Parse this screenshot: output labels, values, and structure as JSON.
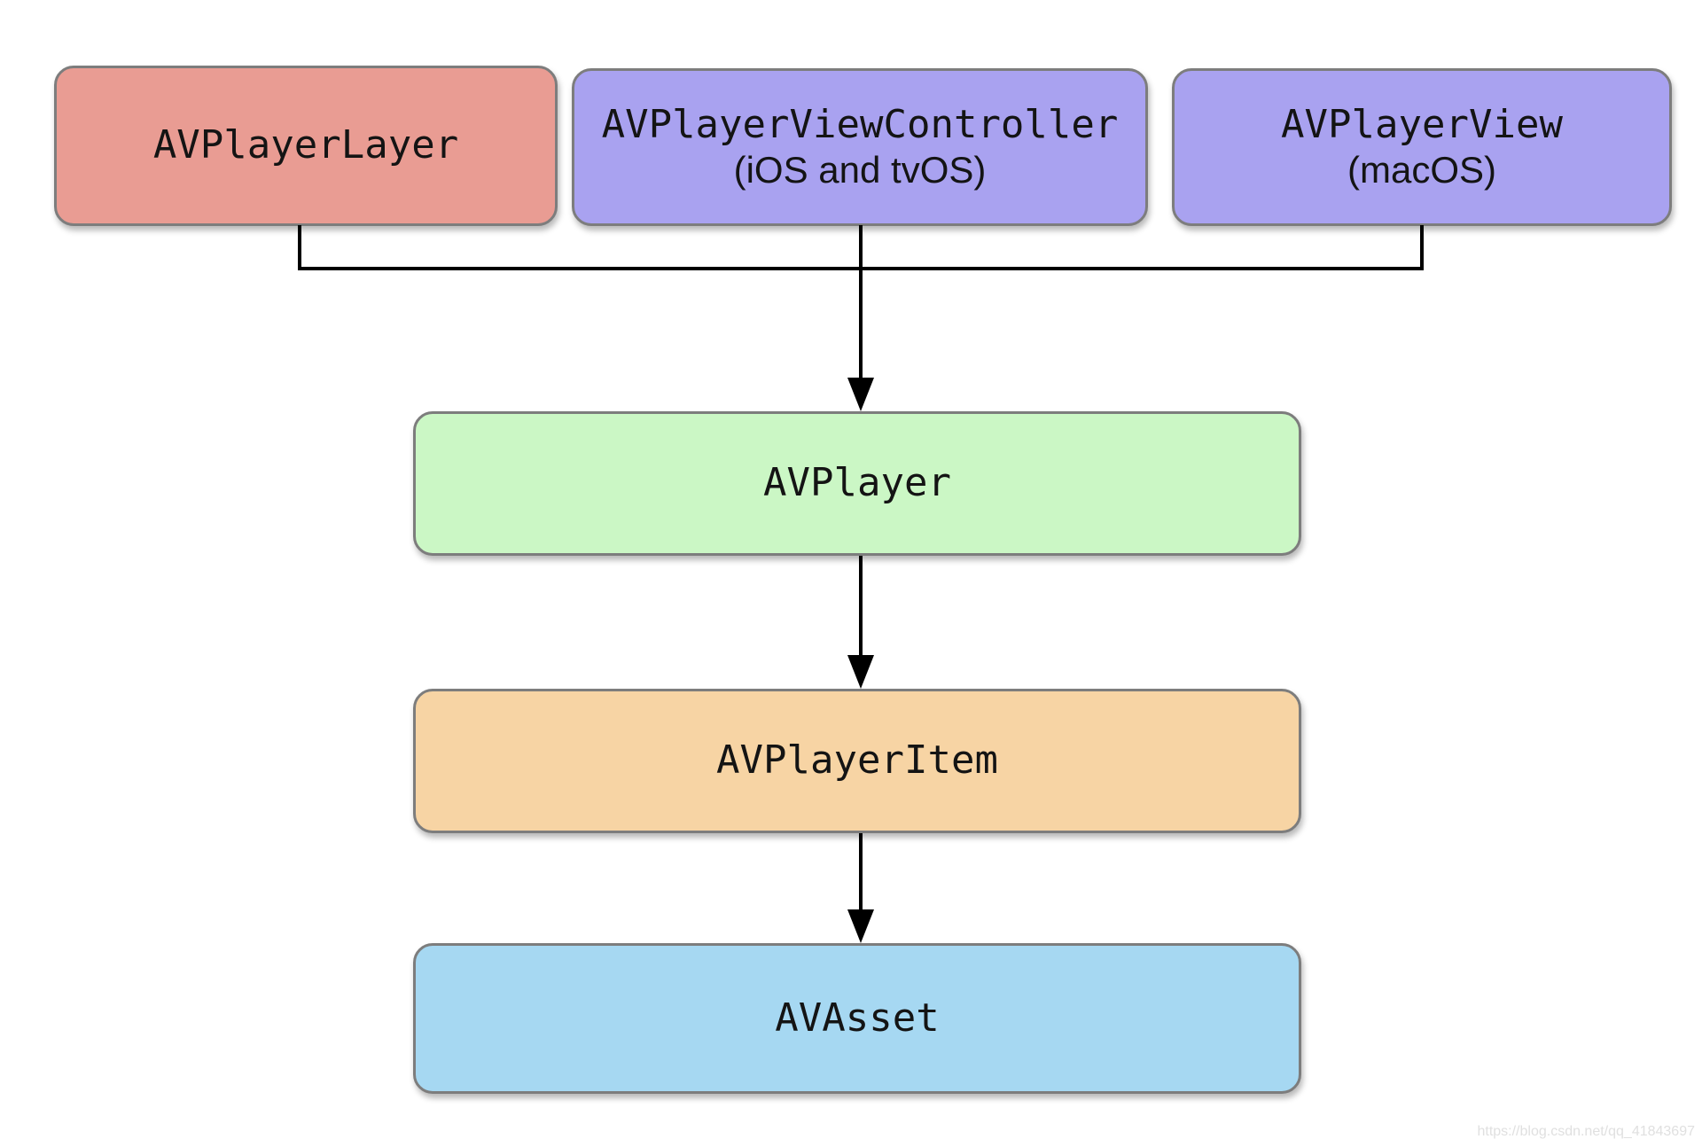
{
  "diagram": {
    "title_hint": "AVFoundation playback class relationships",
    "nodes": {
      "player_layer": {
        "label": "AVPlayerLayer",
        "color": "#e99c93"
      },
      "player_view_controller": {
        "label": "AVPlayerViewController",
        "sublabel": "(iOS and tvOS)",
        "color": "#a9a2f0"
      },
      "player_view": {
        "label": "AVPlayerView",
        "sublabel": "(macOS)",
        "color": "#a9a2f0"
      },
      "player": {
        "label": "AVPlayer",
        "color": "#cbf7c5"
      },
      "player_item": {
        "label": "AVPlayerItem",
        "color": "#f7d4a4"
      },
      "asset": {
        "label": "AVAsset",
        "color": "#a6d8f2"
      }
    },
    "edges": [
      "AVPlayerLayer -> AVPlayer",
      "AVPlayerViewController -> AVPlayer",
      "AVPlayerView -> AVPlayer",
      "AVPlayer -> AVPlayerItem",
      "AVPlayerItem -> AVAsset"
    ],
    "line_color": "#000000",
    "border_color": "#7d7d7d"
  },
  "watermark": {
    "text": "https://blog.csdn.net/qq_41843697",
    "color": "#e0e0e0"
  }
}
